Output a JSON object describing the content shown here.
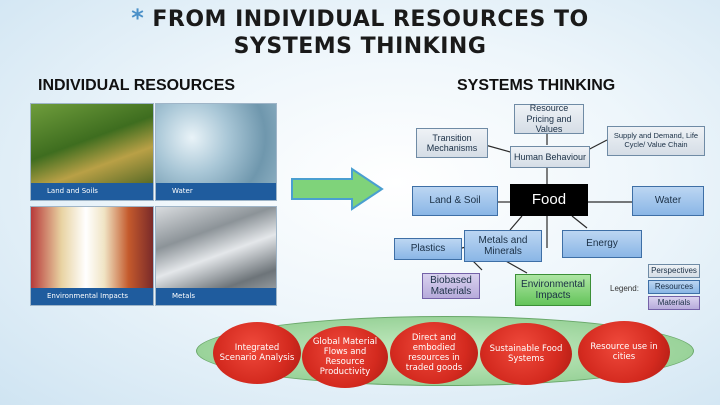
{
  "title": {
    "star": "*",
    "line1": "FROM INDIVIDUAL RESOURCES TO",
    "line2": "SYSTEMS THINKING"
  },
  "left_heading": "INDIVIDUAL RESOURCES",
  "right_heading": "SYSTEMS THINKING",
  "resource_tiles": [
    "Land and Soils",
    "Water",
    "Environmental Impacts",
    "Metals"
  ],
  "diagram": {
    "resource_pricing": "Resource Pricing and Values",
    "transition": "Transition Mechanisms",
    "supply_demand": "Supply and Demand, Life Cycle/ Value Chain",
    "human_behaviour": "Human Behaviour",
    "land_soil": "Land & Soil",
    "food": "Food",
    "water": "Water",
    "plastics": "Plastics",
    "metals_minerals": "Metals and Minerals",
    "energy": "Energy",
    "biobased": "Biobased Materials",
    "environmental": "Environmental Impacts",
    "legend_label": "Legend:",
    "legend_items": [
      "Perspectives",
      "Resources",
      "Materials"
    ]
  },
  "ovals": [
    "Integrated Scenario Analysis",
    "Global Material Flows and Resource Productivity",
    "Direct and embodied resources in traded goods",
    "Sustainable Food Systems",
    "Resource use in cities"
  ],
  "colors": {
    "oval_red": "#d42a1f",
    "arrow_green": "#7fd37a",
    "tile_caption": "#1f5c9e"
  }
}
